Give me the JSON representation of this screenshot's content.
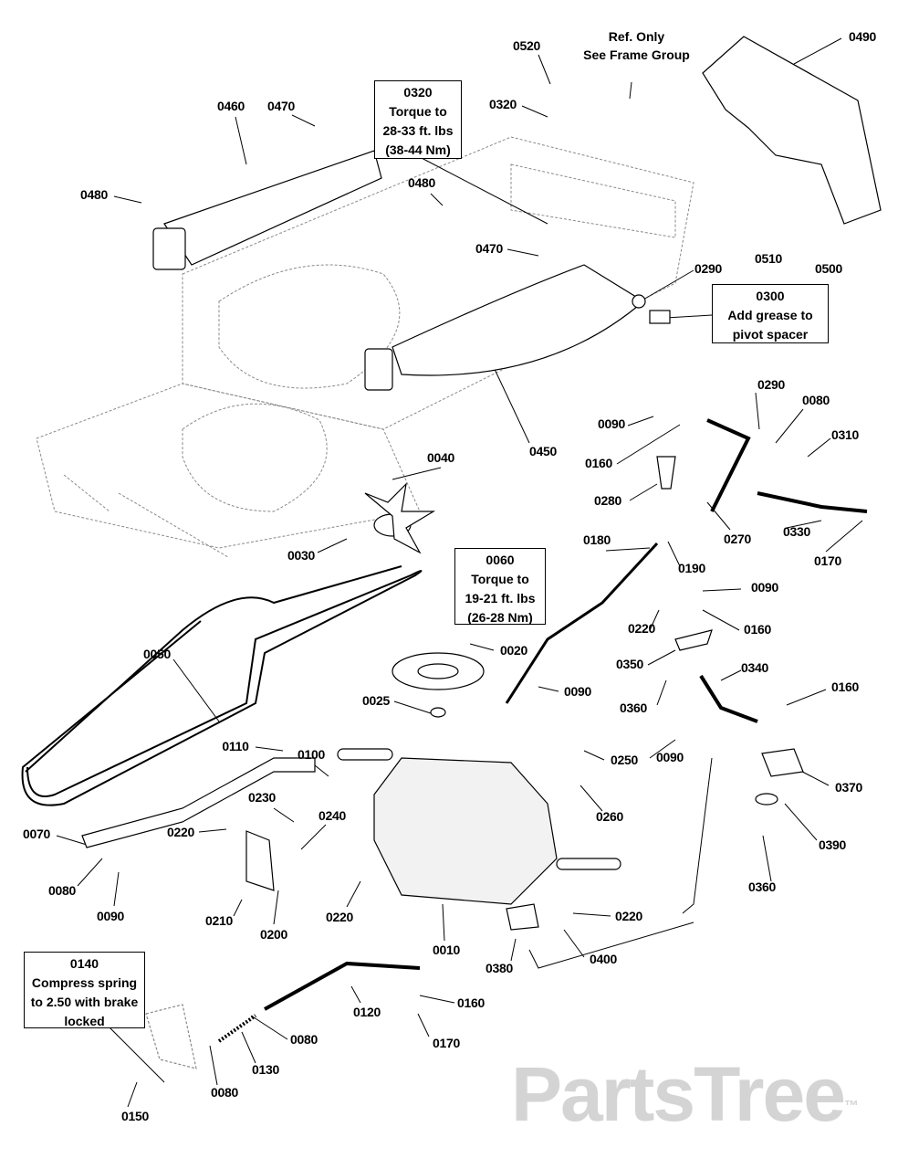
{
  "watermark": {
    "text": "PartsTree",
    "mark": "™"
  },
  "reference_note": [
    "Ref. Only",
    "See Frame Group"
  ],
  "notes": [
    {
      "lines": [
        "0320",
        "Torque to",
        "28-33 ft. lbs",
        "(38-44 Nm)"
      ]
    },
    {
      "lines": [
        "0300",
        "Add grease to",
        "pivot spacer"
      ]
    },
    {
      "lines": [
        "0060",
        "Torque to",
        "19-21 ft. lbs",
        "(26-28 Nm)"
      ]
    },
    {
      "lines": [
        "0140",
        "Compress spring",
        "to 2.50 with brake",
        "locked"
      ]
    }
  ],
  "callouts": [
    "0520",
    "0490",
    "0460",
    "0470",
    "0320",
    "0480",
    "0480",
    "0470",
    "0510",
    "0500",
    "0290",
    "0290",
    "0080",
    "0310",
    "0090",
    "0160",
    "0450",
    "0040",
    "0280",
    "0270",
    "0330",
    "0170",
    "0030",
    "0180",
    "0190",
    "0090",
    "0220",
    "0160",
    "0020",
    "0050",
    "0350",
    "0340",
    "0090",
    "0360",
    "0160",
    "0025",
    "0100",
    "0110",
    "0250",
    "0090",
    "0370",
    "0230",
    "0240",
    "0260",
    "0220",
    "0070",
    "0390",
    "0080",
    "0360",
    "0090",
    "0210",
    "0220",
    "0200",
    "0220",
    "0010",
    "0400",
    "0380",
    "0160",
    "0120",
    "0170",
    "0080",
    "0130",
    "0080",
    "0150"
  ],
  "colors": {
    "line": "#000000",
    "frame_dashed": "#8a8a8a",
    "watermark": "#d4d4d4"
  }
}
